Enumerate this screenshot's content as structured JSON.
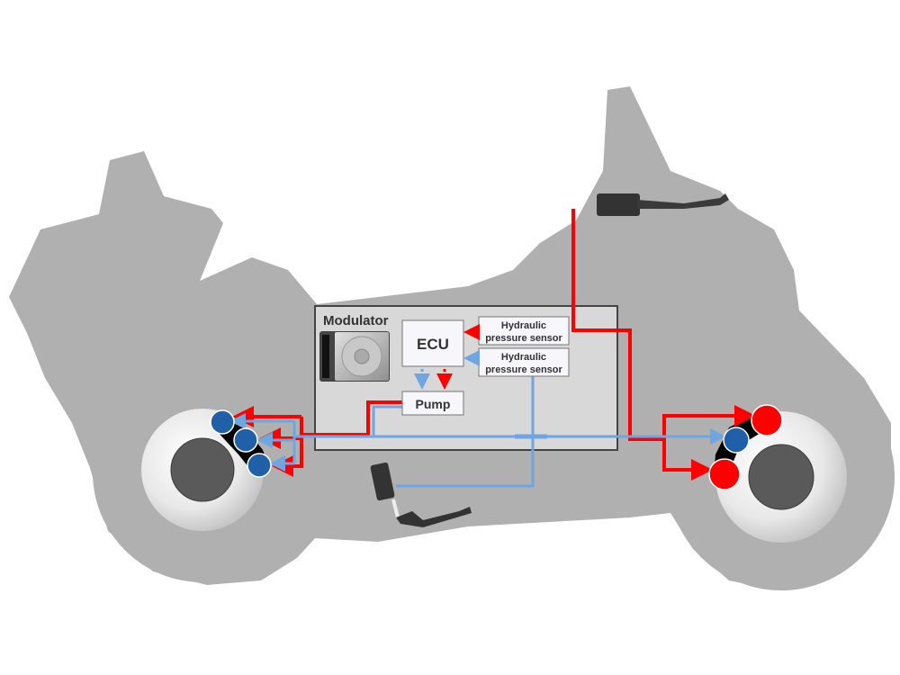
{
  "modulator": {
    "title": "Modulator"
  },
  "ecu": {
    "label": "ECU"
  },
  "pump": {
    "label": "Pump"
  },
  "sensors": [
    {
      "line1": "Hydraulic",
      "line2": "pressure sensor"
    },
    {
      "line1": "Hydraulic",
      "line2": "pressure sensor"
    }
  ],
  "colors": {
    "front_circuit": "#ff0000",
    "rear_circuit": "#6fa6e0",
    "caliper_blue": "#2060a8",
    "silhouette": "#b0b0b0"
  }
}
